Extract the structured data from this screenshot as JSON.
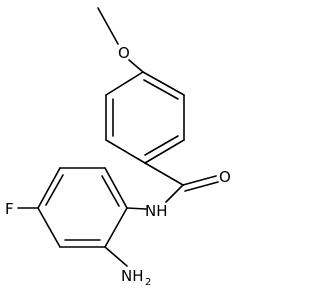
{
  "molecule": {
    "atom_labels": {
      "oxygen_ether": "O",
      "oxygen_carbonyl": "O",
      "nitrogen_amide": "NH",
      "fluorine": "F",
      "amino_main": "NH",
      "amino_sub": "2"
    }
  }
}
